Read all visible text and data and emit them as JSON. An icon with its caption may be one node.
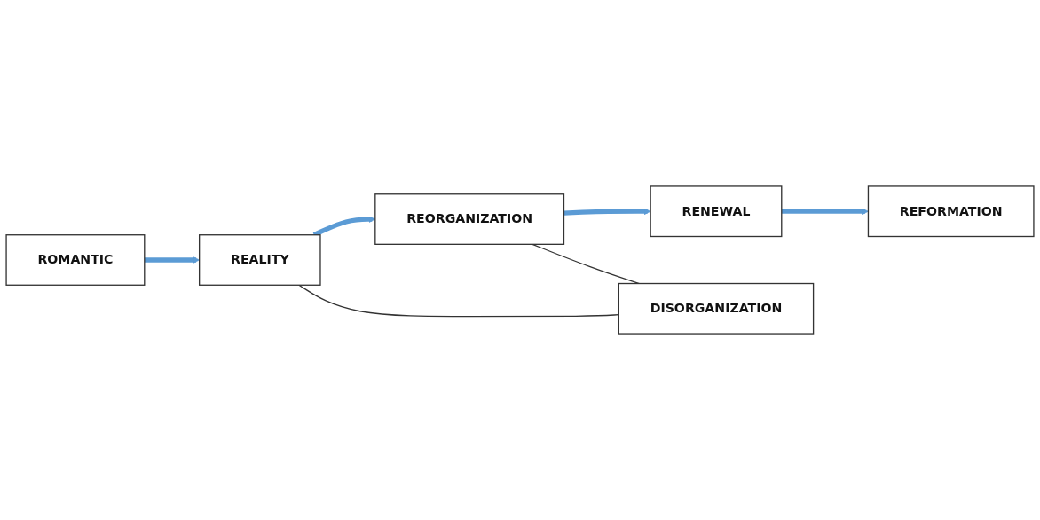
{
  "diagram": {
    "nodes": [
      {
        "text": [
          "ROMANTIC"
        ]
      },
      {
        "text": [
          "REALITY"
        ]
      },
      {
        "text": [
          "REORGANIZATION"
        ]
      },
      {
        "text": [
          "RENEWAL"
        ]
      },
      {
        "text": [
          "REFORMATION"
        ]
      },
      {
        "text": [
          "DISORGANIZATION"
        ]
      }
    ],
    "edges": [
      {
        "from": 0,
        "to": 1,
        "arrow": "to"
      },
      {
        "from": 1,
        "to": 2,
        "arrow": "to"
      },
      {
        "from": 2,
        "to": 3,
        "arrow": "to"
      },
      {
        "from": 3,
        "to": 4,
        "arrow": "to"
      },
      {
        "from": 1,
        "to": 5,
        "arrow": "none",
        "color": "#333333"
      },
      {
        "from": 2,
        "to": 5,
        "arrow": "none",
        "color": "#333333"
      }
    ]
  }
}
